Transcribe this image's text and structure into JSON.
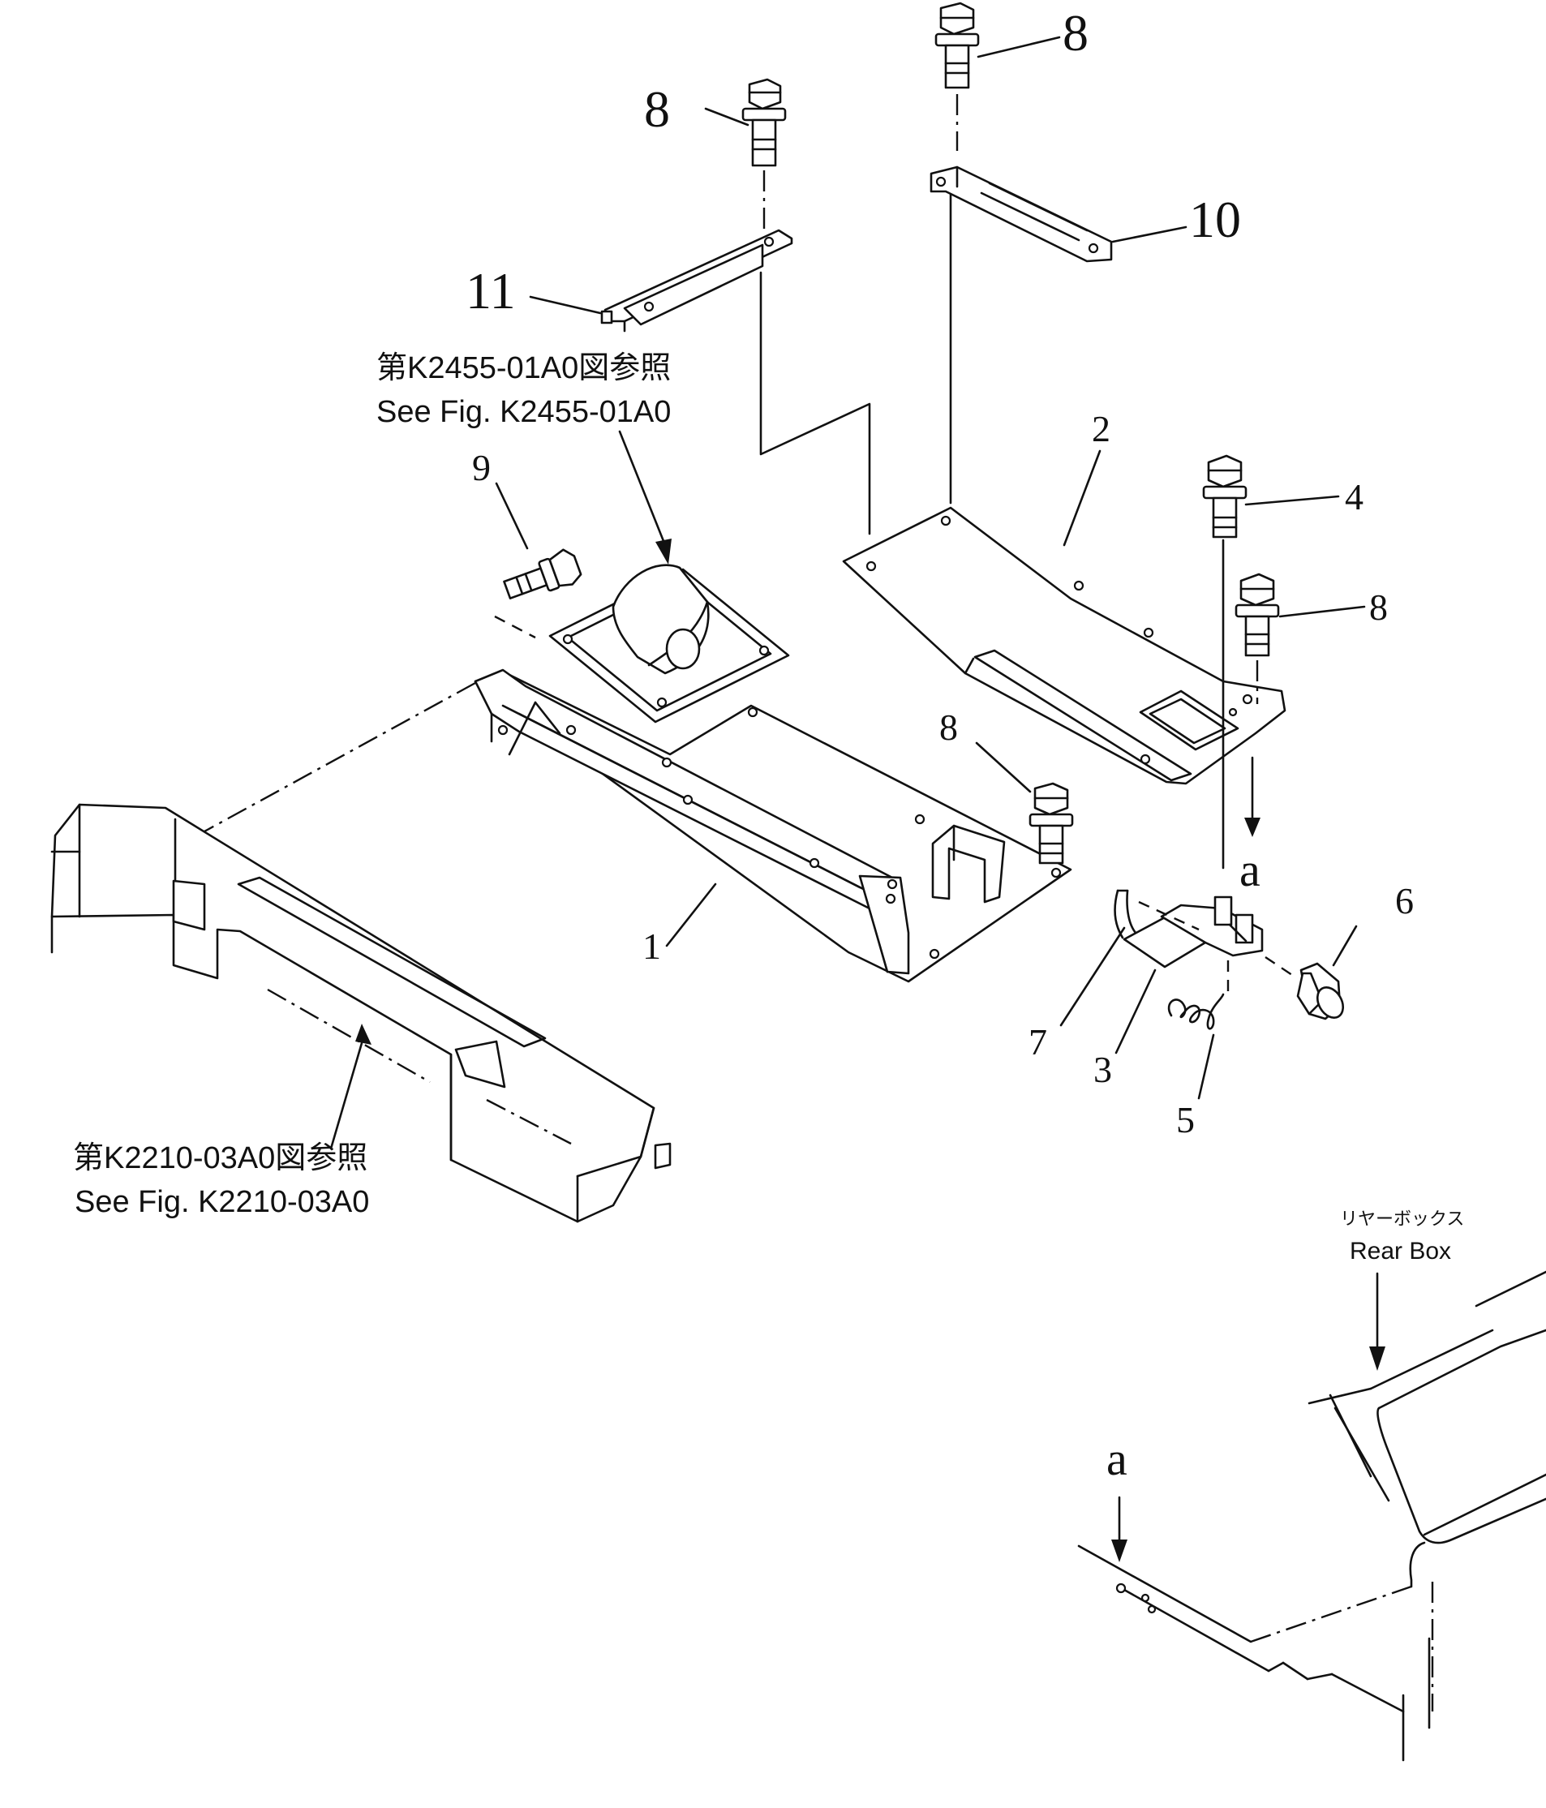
{
  "callouts": {
    "p1": "1",
    "p2": "2",
    "p3": "3",
    "p4": "4",
    "p5": "5",
    "p6": "6",
    "p7": "7",
    "p8": "8",
    "p9": "9",
    "p10": "10",
    "p11": "11",
    "view_a": "a"
  },
  "references": {
    "ref1_jp": "第K2455-01A0図参照",
    "ref1_en": "See Fig. K2455-01A0",
    "ref2_jp": "第K2210-03A0図参照",
    "ref2_en": "See Fig. K2210-03A0"
  },
  "rear_box": {
    "jp": "リヤーボックス",
    "en": "Rear Box"
  }
}
